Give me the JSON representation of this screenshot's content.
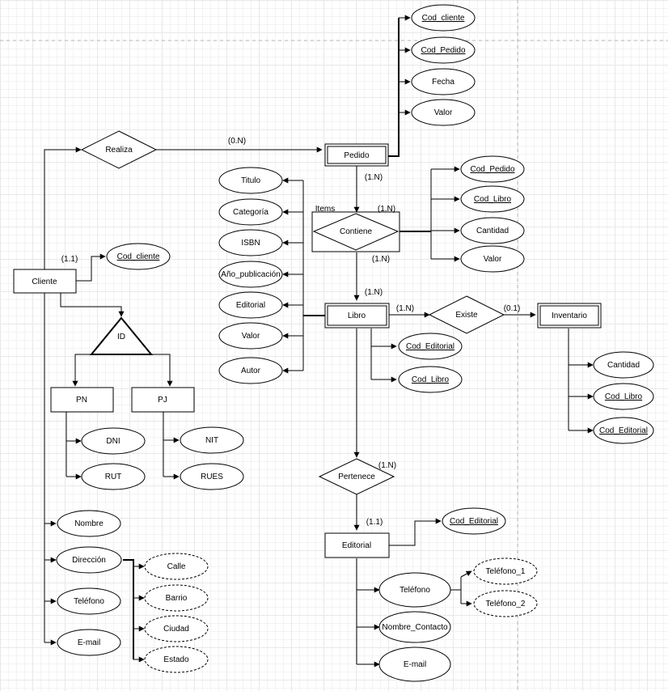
{
  "entities": {
    "cliente": "Cliente",
    "pedido": "Pedido",
    "libro": "Libro",
    "inventario": "Inventario",
    "editorial": "Editorial",
    "pn": "PN",
    "pj": "PJ"
  },
  "relationships": {
    "realiza": "Realiza",
    "contiene": "Contiene",
    "existe": "Existe",
    "pertenece": "Pertenece",
    "id": "ID"
  },
  "attributes": {
    "pedido_cod_cliente": "Cod_cliente",
    "pedido_cod_pedido": "Cod_Pedido",
    "pedido_fecha": "Fecha",
    "pedido_valor": "Valor",
    "contiene_cod_pedido": "Cod_Pedido",
    "contiene_cod_libro": "Cod_Libro",
    "contiene_cantidad": "Cantidad",
    "contiene_valor": "Valor",
    "libro_titulo": "Titulo",
    "libro_categoria": "Categoría",
    "libro_isbn": "ISBN",
    "libro_anio": "Año_publicación",
    "libro_editorial": "Editorial",
    "libro_valor": "Valor",
    "libro_autor": "Autor",
    "libro_cod_editorial": "Cod_Editorial",
    "libro_cod_libro": "Cod_Libro",
    "cliente_cod_cliente": "Cod_cliente",
    "inv_cantidad": "Cantidad",
    "inv_cod_libro": "Cod_Libro",
    "inv_cod_editorial": "Cod_Editorial",
    "pn_dni": "DNI",
    "pn_rut": "RUT",
    "pj_nit": "NIT",
    "pj_rues": "RUES",
    "cli_nombre": "Nombre",
    "cli_direccion": "Dirección",
    "cli_telefono": "Teléfono",
    "cli_email": "E-mail",
    "dir_calle": "Calle",
    "dir_barrio": "Barrio",
    "dir_ciudad": "Ciudad",
    "dir_estado": "Estado",
    "ed_cod_editorial": "Cod_Editorial",
    "ed_telefono": "Teléfono",
    "ed_tel1": "Teléfono_1",
    "ed_tel2": "Teléfono_2",
    "ed_nombre_contacto": "Nombre_Contacto",
    "ed_email": "E-mail"
  },
  "cardinalities": {
    "realiza_pedido": "(0.N)",
    "pedido_contiene": "(1.N)",
    "items": "Items",
    "contiene_right": "(1.N)",
    "contiene_libro": "(1.N)",
    "libro_top": "(1.N)",
    "libro_existe": "(1.N)",
    "existe_inventario": "(0.1)",
    "pertenece_top": "(1.N)",
    "pertenece_editorial": "(1.1)",
    "cliente": "(1.1)"
  }
}
